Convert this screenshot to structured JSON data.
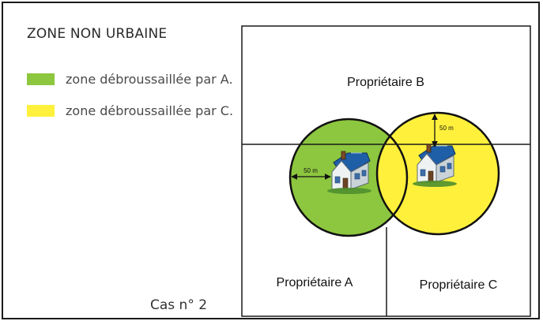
{
  "title": "ZONE NON URBAINE",
  "legend": [
    {
      "label": "zone débroussaillée par A.",
      "color": "#8dc63f"
    },
    {
      "label": "zone débroussaillée par C.",
      "color": "#fff03c"
    }
  ],
  "plots": {
    "b": "Propriétaire B",
    "a": "Propriétaire A",
    "c": "Propriétaire C"
  },
  "distances": {
    "a": "50 m",
    "c": "50 m"
  },
  "caption": "Cas n° 2",
  "colors": {
    "zone_a": "#8dc63f",
    "zone_c": "#fff03c",
    "lines": "#1a1a1a",
    "roof": "#1f5fa8",
    "house_wall": "#eef2f3"
  }
}
